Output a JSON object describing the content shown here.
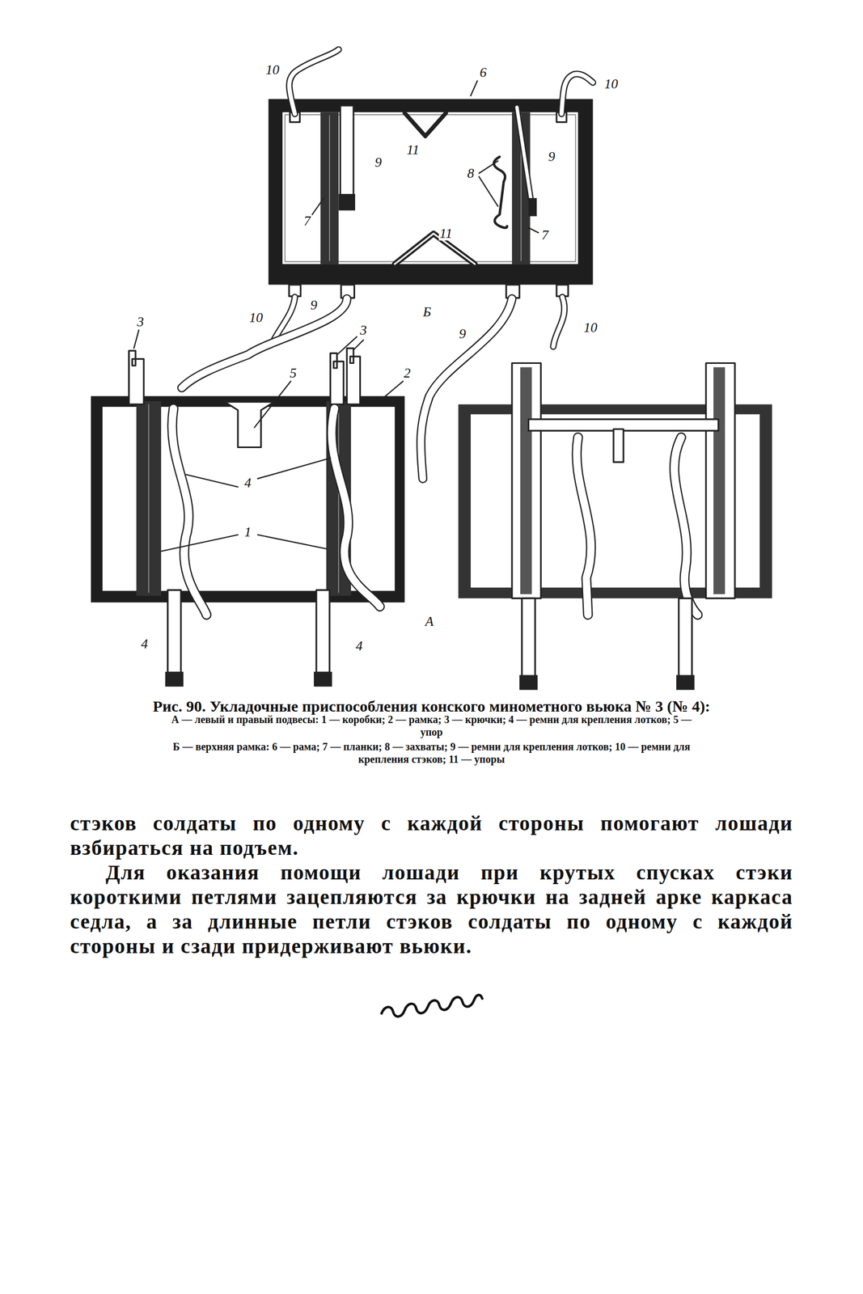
{
  "diagram": {
    "caption": "Рис. 90. Укладочные приспособления конского минометного вьюка № 3 (№ 4):",
    "labels": [
      "10",
      "6",
      "10",
      "11",
      "9",
      "9",
      "8",
      "7",
      "7",
      "11",
      "10",
      "9",
      "Б",
      "9",
      "10",
      "3",
      "3",
      "5",
      "2",
      "4",
      "1",
      "4",
      "4",
      "А",
      "А — левый и правый подвесы: 1 — коробки; 2 — рамка; 3 — крючки; 4 — ремни для крепления лотков; 5 — упор",
      "Б — верхняя рамка: 6 — рама; 7 — планки; 8 — захваты; 9 — ремни для крепления лотков; 10 — ремни для крепления стэков; 11 — упоры",
      "стэков солдаты по одному с каждой стороны помогают лошади взбираться на подъем.",
      "Для оказания помощи лошади при крутых спусках стэки короткими петлями зацепляются за крючки на задней арке каркаса седла, а за длинные петли стэков солдаты по одному с каждой стороны и сзади придерживают вьюки."
    ]
  }
}
